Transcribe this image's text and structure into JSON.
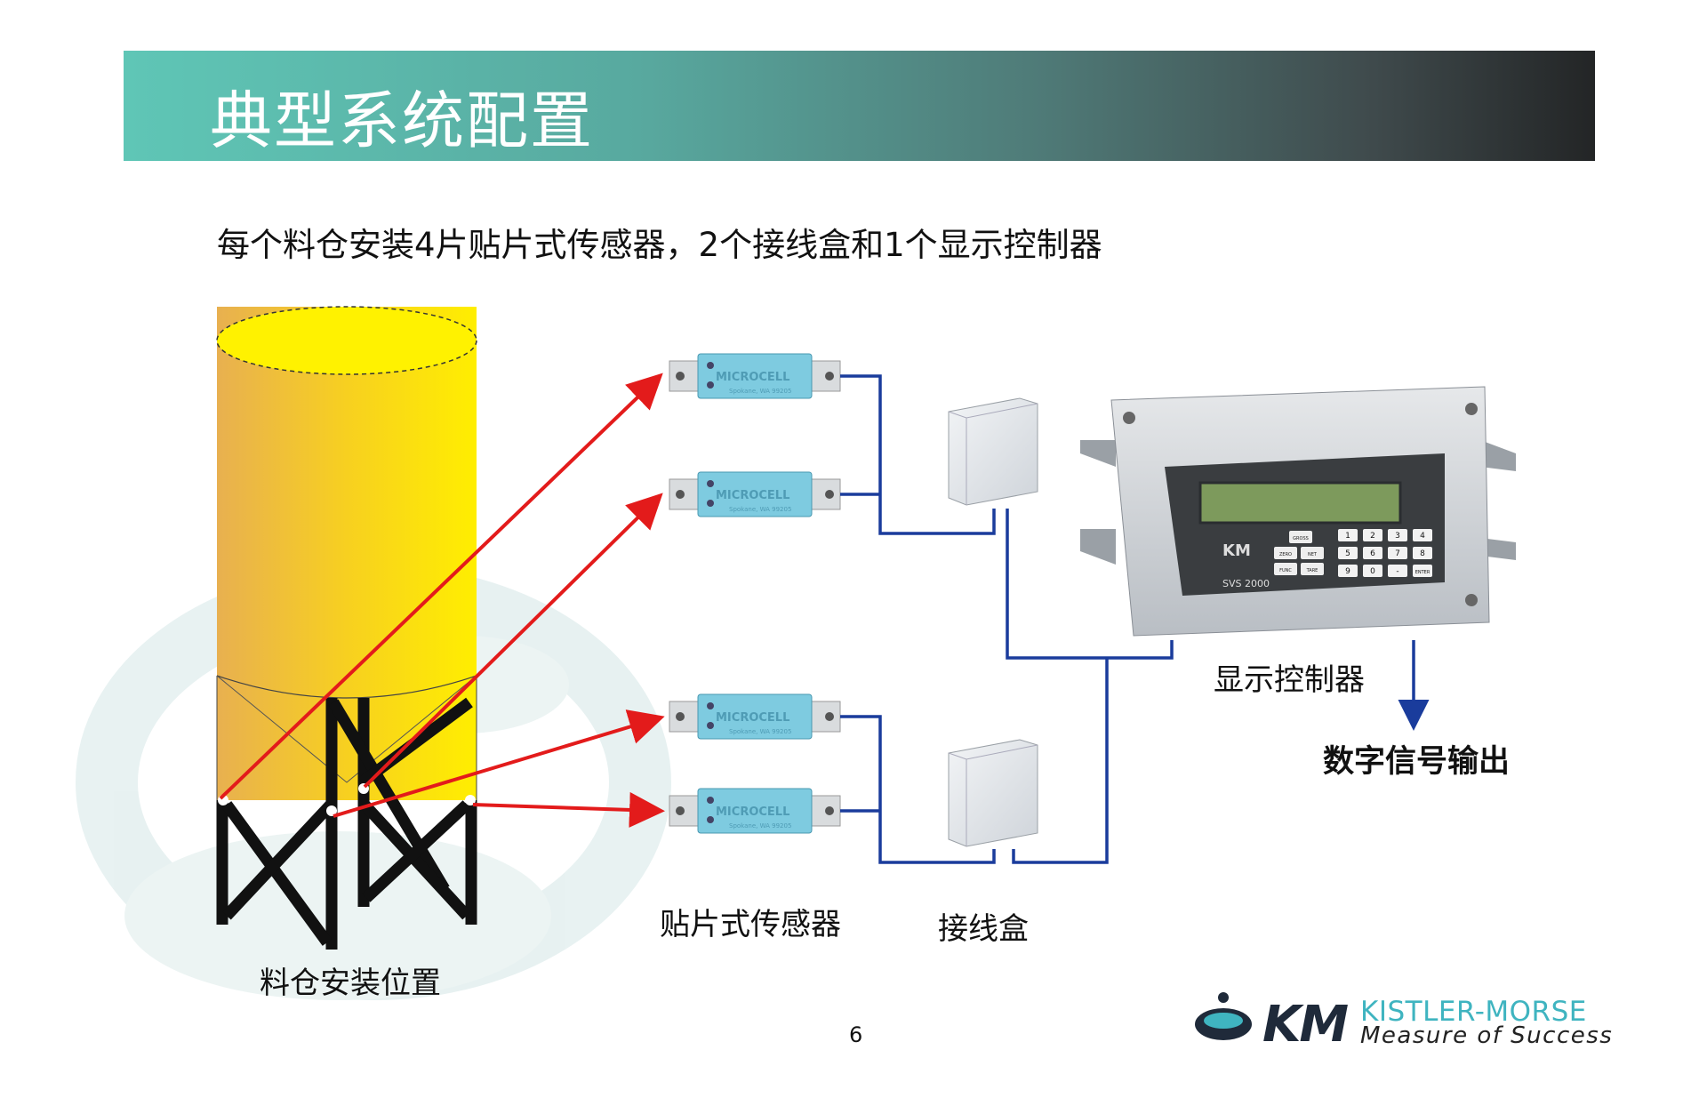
{
  "header": {
    "title": "典型系统配置"
  },
  "subtitle": "每个料仓安装4片贴片式传感器，2个接线盒和1个显示控制器",
  "labels": {
    "bin_location": "料仓安装位置",
    "sensor": "贴片式传感器",
    "junction_box": "接线盒",
    "controller": "显示控制器",
    "digital_output": "数字信号输出"
  },
  "sensor_text": {
    "brand": "MICROCELL",
    "spec": "Spokane, WA 99205"
  },
  "controller": {
    "brand": "KM",
    "model": "SVS 2000",
    "buttons_left": [
      "GROSS",
      "ZERO",
      "NET",
      "FUNC",
      "TARE"
    ],
    "keypad": [
      "1",
      "2",
      "3",
      "4",
      "5",
      "6",
      "7",
      "8",
      "9",
      "0",
      "-",
      "ENTER"
    ]
  },
  "footer": {
    "page_number": "6",
    "logo_mark": "KM",
    "brand": "KISTLER-MORSE",
    "tagline": "Measure of Success"
  },
  "colors": {
    "title_gradient_start": "#5fc6b6",
    "title_gradient_end": "#232526",
    "bin_yellow": "#ffee00",
    "bin_orange": "#e8b050",
    "arrow_red": "#e31b1b",
    "wire_blue": "#1a3c9c",
    "sensor_blue": "#7ecbe0",
    "brand_teal": "#3fb4c0"
  }
}
